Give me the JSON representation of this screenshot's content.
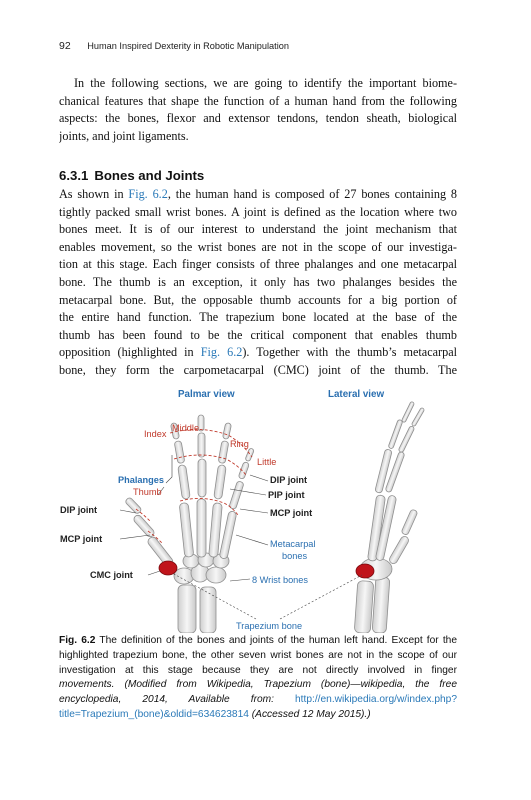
{
  "header": {
    "page_number": "92",
    "running_title": "Human Inspired Dexterity in Robotic Manipulation"
  },
  "intro": {
    "lines": [
      "In the following sections, we are going to identify the important biome-",
      "chanical features that shape the function of a human hand from the following",
      "aspects: the bones, flexor and extensor tendons, tendon sheath, biological",
      "joints, and joint ligaments."
    ]
  },
  "section": {
    "number": "6.3.1",
    "title": "Bones and Joints",
    "line1_before": "As shown in ",
    "line1_link": "Fig. 6.2",
    "line1_after": ", the human hand is composed of 27 bones containing 8",
    "lines_mid": [
      "tightly packed small wrist bones. A joint is defined as the location where two",
      "bones meet. It is of our interest to understand the joint mechanism that",
      "enables movement, so the wrist bones are not in the scope of our investiga-",
      "tion at this stage. Each finger consists of three phalanges and one metacarpal",
      "bone. The thumb is an exception, it only has two phalanges besides the",
      "metacarpal bone. But, the opposable thumb accounts for a big portion of",
      "the entire hand function. The trapezium bone located at the base of the",
      "thumb has been found to be the critical component that enables thumb"
    ],
    "line10_before": "opposition (highlighted in ",
    "line10_link": "Fig. 6.2",
    "line10_after": "). Together with the thumb’s metacarpal",
    "line11": "bone, they form the carpometacarpal (CMC) joint of the thumb. The"
  },
  "figure": {
    "palmar_view": "Palmar view",
    "lateral_view": "Lateral view",
    "labels": {
      "index": "Index",
      "middle": "Middle",
      "ring": "Ring",
      "little": "Little",
      "phalanges": "Phalanges",
      "thumb": "Thumb",
      "dip_joint_left": "DIP joint",
      "mcp_joint_left": "MCP joint",
      "cmc_joint": "CMC joint",
      "dip_joint_right": "DIP joint",
      "pip_joint": "PIP joint",
      "mcp_joint_right": "MCP joint",
      "metacarpal": "Metacarpal",
      "bones": "bones",
      "wrist_bones": "8 Wrist bones",
      "trapezium_bone": "Trapezium bone"
    },
    "colors": {
      "title_blue": "#2a6fb0",
      "finger_red": "#c0392b",
      "trapezium": "#c0141b",
      "bone": "#ececec",
      "bone_outline": "#9a9a9a"
    }
  },
  "caption": {
    "fig_no": "Fig. 6.2",
    "line1": "The definition of the bones and joints of the human left hand. Except for the",
    "line2": "highlighted trapezium bone, the other seven wrist bones are not in the scope of our",
    "line3": "investigation at this stage because they are not directly involved in finger",
    "line4": "movements. (Modified from Wikipedia, Trapezium (bone)—wikipedia, the free",
    "line5_a": "encyclopedia, 2014, Available from: ",
    "line5_link": "http://en.wikipedia.org/w/index.php?",
    "line6_link": "title=Trapezium_(bone)&oldid=634623814",
    "line6_after": " (Accessed 12 May 2015).)"
  }
}
